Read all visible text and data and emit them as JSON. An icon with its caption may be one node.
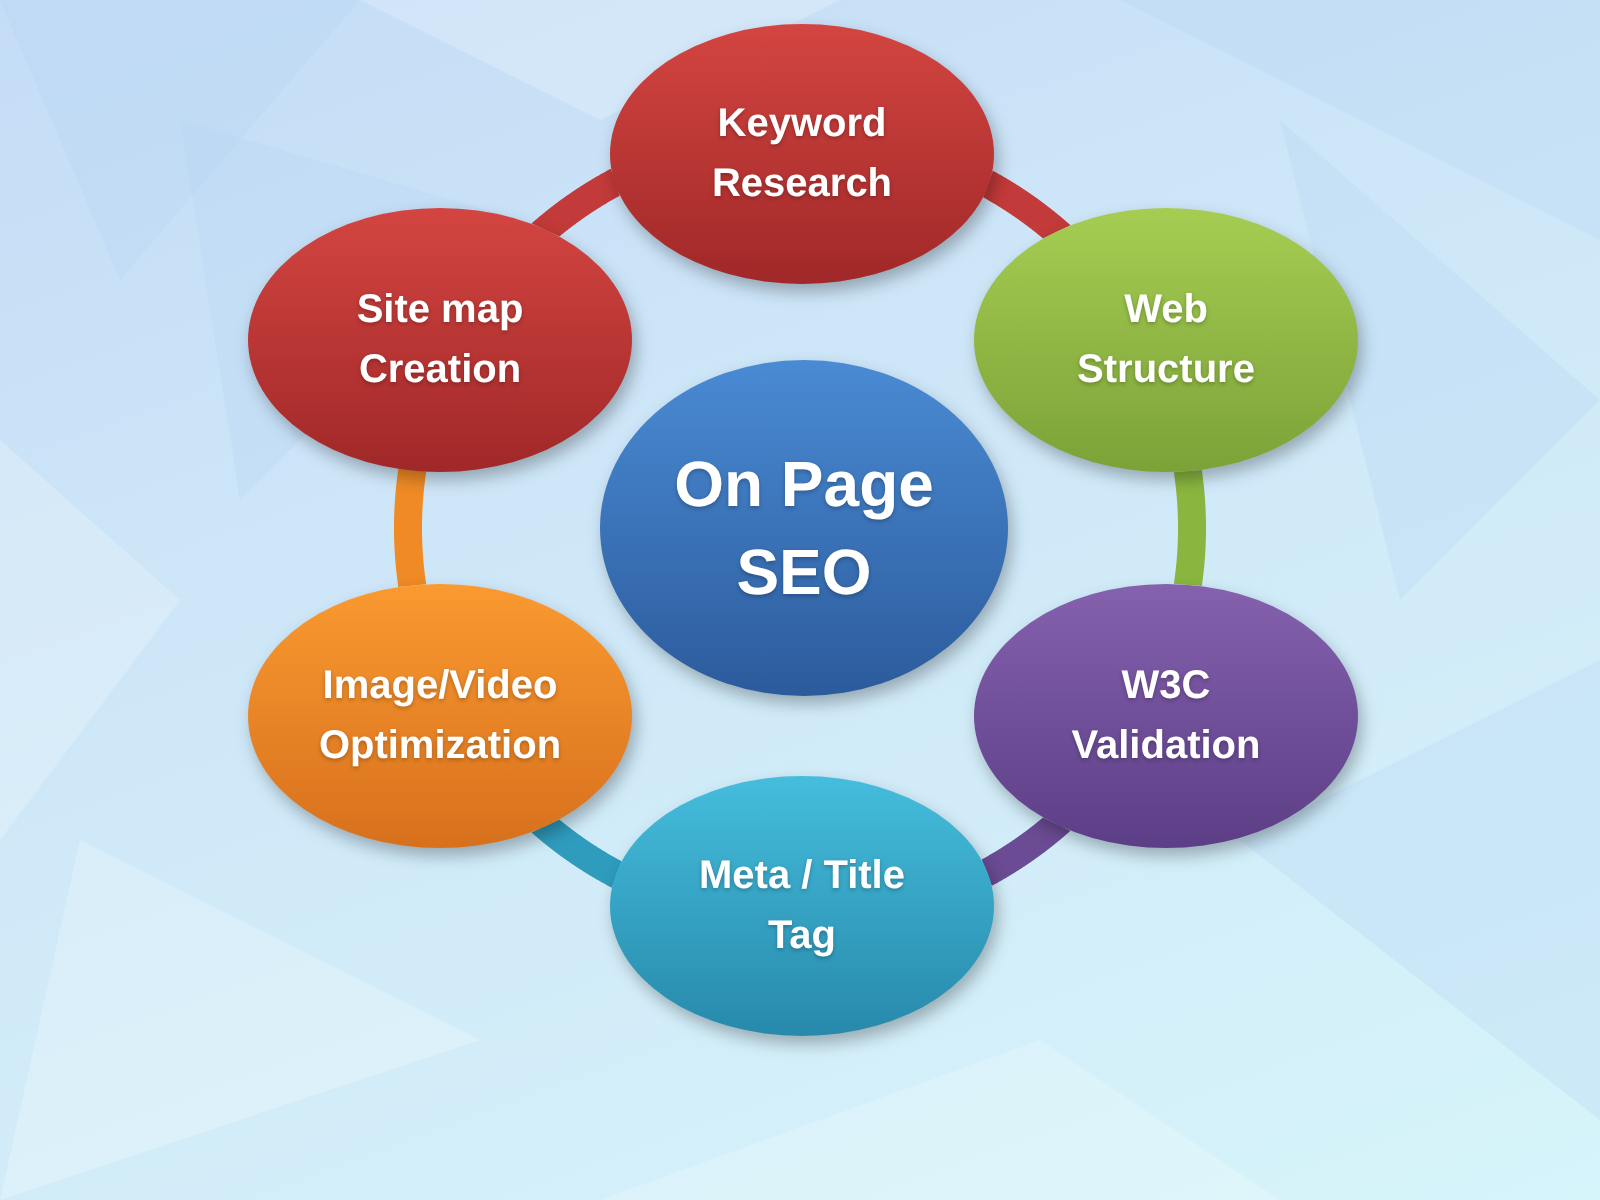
{
  "diagram": {
    "nodes": [
      {
        "text": [
          "On Page SEO"
        ]
      },
      {
        "text": [
          "Keyword Research"
        ]
      },
      {
        "text": [
          "Web Structure"
        ]
      },
      {
        "text": [
          "W3C Validation"
        ]
      },
      {
        "text": [
          "Meta / Title Tag"
        ]
      },
      {
        "text": [
          "Image/Video Optimization"
        ]
      },
      {
        "text": [
          "Site map Creation"
        ]
      }
    ],
    "edges": [
      {
        "from": 1,
        "to": 2,
        "arrow": "none",
        "color": "#c23a39"
      },
      {
        "from": 2,
        "to": 3,
        "arrow": "none",
        "color": "#8ab640"
      },
      {
        "from": 3,
        "to": 4,
        "arrow": "none",
        "color": "#6b4b93"
      },
      {
        "from": 4,
        "to": 5,
        "arrow": "none",
        "color": "#2f9cbd"
      },
      {
        "from": 5,
        "to": 6,
        "arrow": "none",
        "color": "#ef8a25"
      },
      {
        "from": 6,
        "to": 1,
        "arrow": "none",
        "color": "#c23a39"
      }
    ]
  }
}
